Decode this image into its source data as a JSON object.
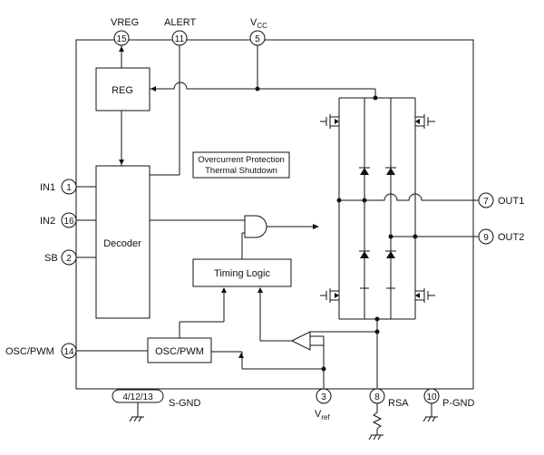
{
  "pins": {
    "vreg": {
      "label": "VREG",
      "num": "15"
    },
    "alert": {
      "label": "ALERT",
      "num": "11"
    },
    "vcc": {
      "label": "V",
      "sub": "CC",
      "num": "5"
    },
    "in1": {
      "label": "IN1",
      "num": "1"
    },
    "in2": {
      "label": "IN2",
      "num": "16"
    },
    "sb": {
      "label": "SB",
      "num": "2"
    },
    "osc": {
      "label": "OSC/PWM",
      "num": "14"
    },
    "out1": {
      "label": "OUT1",
      "num": "7"
    },
    "out2": {
      "label": "OUT2",
      "num": "9"
    },
    "sgnd": {
      "label": "S-GND",
      "num": "4/12/13"
    },
    "vref": {
      "label": "V",
      "sub": "ref",
      "num": "3"
    },
    "rsa": {
      "label": "RSA",
      "num": "8"
    },
    "pgnd": {
      "label": "P-GND",
      "num": "10"
    }
  },
  "blocks": {
    "reg": "REG",
    "decoder": "Decoder",
    "timing": "Timing Logic",
    "oscpwm": "OSC/PWM"
  },
  "note": {
    "line1": "Overcurrent Protection",
    "line2": "Thermal Shutdown"
  }
}
